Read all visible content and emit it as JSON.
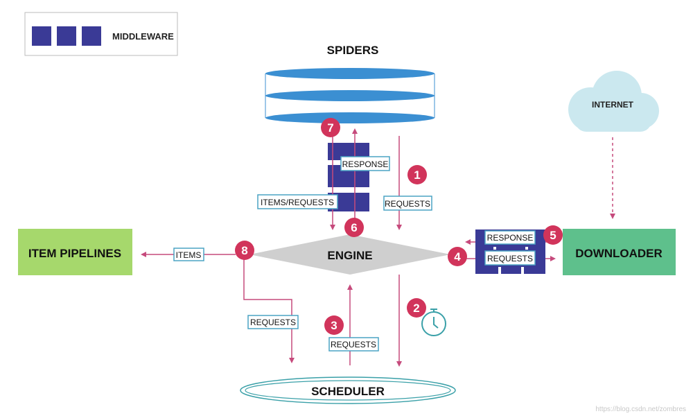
{
  "legend": {
    "label": "MIDDLEWARE"
  },
  "components": {
    "spiders": "SPIDERS",
    "engine": "ENGINE",
    "scheduler": "SCHEDULER",
    "downloader": "DOWNLOADER",
    "item_pipelines": "ITEM PIPELINES",
    "internet": "INTERNET"
  },
  "flow_labels": {
    "response_spider": "RESPONSE",
    "items_requests": "ITEMS/REQUESTS",
    "requests_1": "REQUESTS",
    "items": "ITEMS",
    "response_downloader": "RESPONSE",
    "requests_downloader": "REQUESTS",
    "requests_8": "REQUESTS",
    "requests_3": "REQUESTS"
  },
  "steps": [
    "1",
    "2",
    "3",
    "4",
    "5",
    "6",
    "7",
    "8"
  ],
  "watermark": "https://blog.csdn.net/zombres",
  "colors": {
    "badge": "#d1345b",
    "arrow": "#c64a7c",
    "middleware": "#3a3a96",
    "label_border": "#4aa3c4",
    "spider": "#3b8fd2",
    "pipelines": "#a6d86c",
    "downloader": "#5ec08c",
    "cloud": "#cbe8ef",
    "engine": "#cfcfcf"
  }
}
